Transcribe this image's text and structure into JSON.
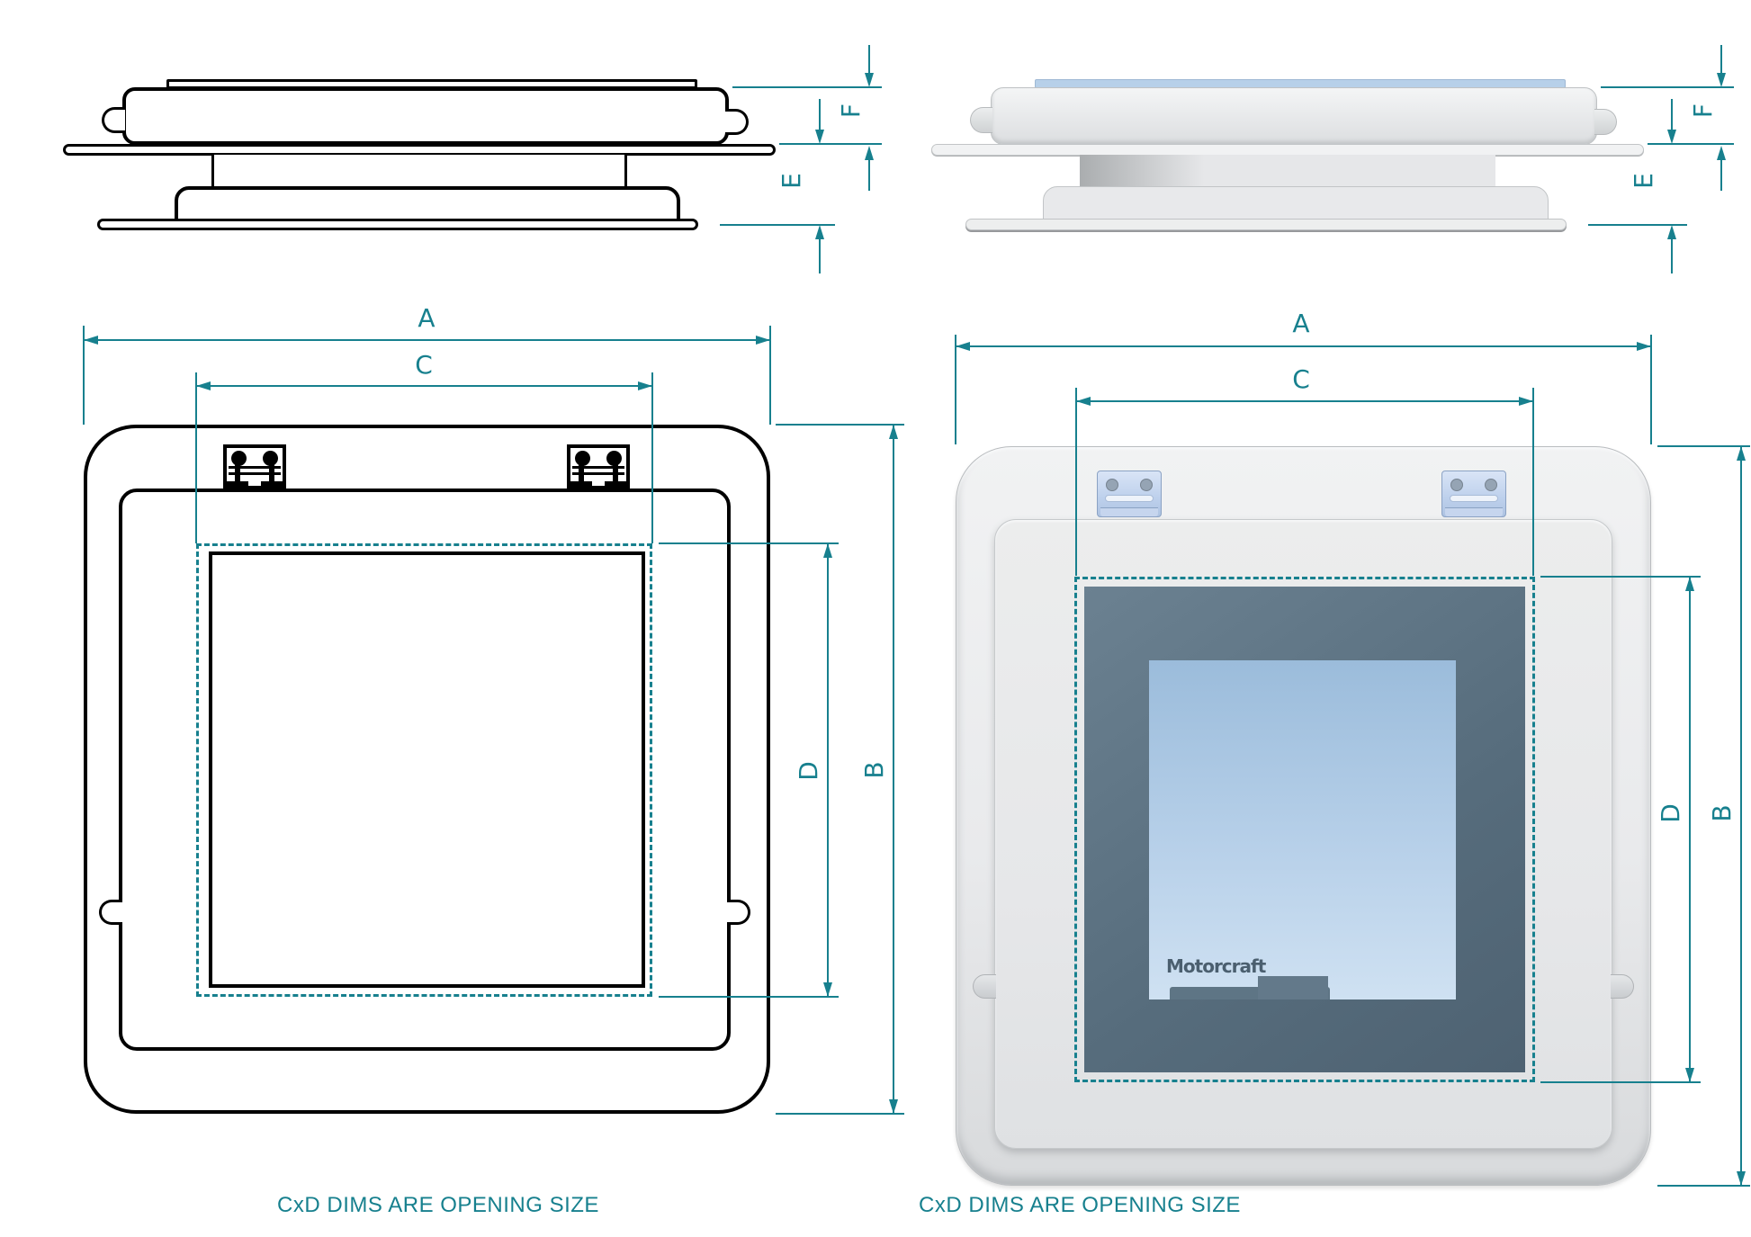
{
  "palette": {
    "dimension_teal": "#17808e",
    "drawing_ink": "#000000",
    "body_gray": "#e9eaec",
    "frame_blue_gray": "#5c7283",
    "glass_blue": "#b7d0e9",
    "hinge_blue": "#bdd0ec",
    "logo_gray": "#4b5f6f"
  },
  "labels": {
    "overall_width": "A",
    "overall_height": "B",
    "opening_width": "C",
    "opening_height": "D",
    "profile_base_height": "E",
    "profile_lid_height": "F"
  },
  "captions": {
    "left": "CxD DIMS ARE OPENING SIZE",
    "right": "CxD DIMS ARE OPENING SIZE"
  },
  "logo_text": "Motorcraft"
}
